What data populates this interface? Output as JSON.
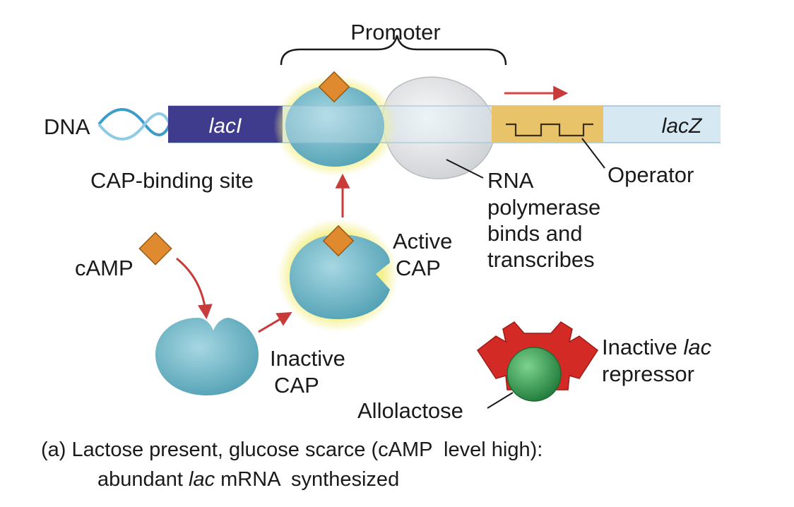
{
  "labels": {
    "promoter": "Promoter",
    "dna": "DNA",
    "lacI_gene": "lacI",
    "lacZ_gene": "lacZ",
    "cap_binding_site": "CAP-binding site",
    "operator": "Operator",
    "rna_line1": "RNA",
    "rna_line2": "polymerase",
    "rna_line3": "binds and",
    "rna_line4": "transcribes",
    "camp": "cAMP",
    "active_cap_line1": "Active",
    "active_cap_line2": "CAP",
    "inactive_cap_line1": "Inactive",
    "inactive_cap_line2": "CAP",
    "repressor_line1_prefix": "Inactive ",
    "repressor_line1_italic": "lac",
    "repressor_line2": "repressor",
    "allolactose": "Allolactose"
  },
  "caption": {
    "line1": "(a) Lactose present, glucose scarce (cAMP  level high):",
    "line2_prefix": "abundant ",
    "line2_italic": "lac",
    "line2_suffix": " mRNA  synthesized"
  },
  "colors": {
    "dna_strip": "#d6e8f2",
    "lacI_block": "#3f3c8e",
    "operator_block": "#e8c36a",
    "cap_protein": "#6fb5c4",
    "cap_glow": "#f4f08a",
    "camp_diamond": "#df8a2e",
    "rna_polymerase": "#e4e6e8",
    "repressor": "#d42a25",
    "allolactose": "#2f9a4c",
    "arrow": "#c93a3a"
  }
}
